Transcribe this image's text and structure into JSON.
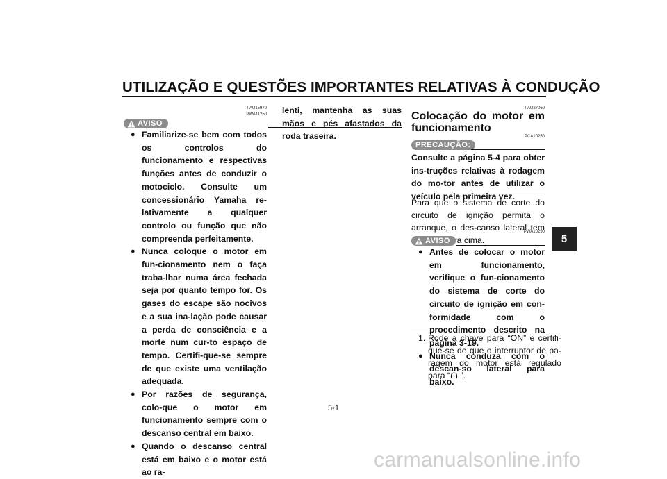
{
  "page": {
    "title": "UTILIZAÇÃO E QUESTÕES IMPORTANTES RELATIVAS À CONDUÇÃO",
    "section_tab": "5",
    "page_number": "5-1",
    "watermark": "carmanualsonline.info"
  },
  "left_column": {
    "code1": "PAU15970",
    "code2": "PWA11250",
    "badge": "AVISO",
    "bullets": [
      "Familiarize-se bem com todos os controlos do funcionamento e respectivas funções antes de conduzir o motociclo. Consulte um concessionário Yamaha re-lativamente a qualquer controlo ou função que não compreenda perfeitamente.",
      "Nunca coloque o motor em fun-cionamento nem o faça traba-lhar numa área fechada seja por quanto tempo for. Os gases do escape são nocivos e a sua ina-lação pode causar a perda de consciência e a morte num cur-to espaço de tempo. Certifi-que-se sempre de que existe uma ventilação adequada.",
      "Por razões de segurança, colo-que o motor em funcionamento sempre com o descanso central em baixo.",
      "Quando o descanso central está em baixo e o motor está ao ra-"
    ]
  },
  "middle_column": {
    "continuation": "lenti, mantenha as suas mãos e pés afastados da roda traseira."
  },
  "right_column": {
    "code_heading": "PAU27060",
    "heading": "Colocação do motor em funcionamento",
    "code_caution": "PCA10250",
    "caution_badge": "PRECAUÇÃO:",
    "caution_text": "Consulte a página 5-4 para obter ins-truções relativas à rodagem do mo-tor antes de utilizar o veículo pela primeira vez.",
    "body_text": "Para que o sistema de corte do circuito de ignição permita o arranque, o des-canso lateral tem de estar para cima.",
    "code_warning": "PWA10290",
    "warning_badge": "AVISO",
    "warning_bullets": [
      "Antes de colocar o motor em funcionamento, verifique o fun-cionamento do sistema de corte do circuito de ignição em con-formidade com o procedimento descrito na página 3-19.",
      "Nunca conduza com o descan-so lateral para baixo."
    ],
    "step_number": "1.",
    "step_text": "Rode a chave para “ON” e certifi-que-se de que o interruptor de pa-ragem do motor está regulado para “",
    "step_symbol": "run-symbol",
    "step_end": " ”."
  }
}
